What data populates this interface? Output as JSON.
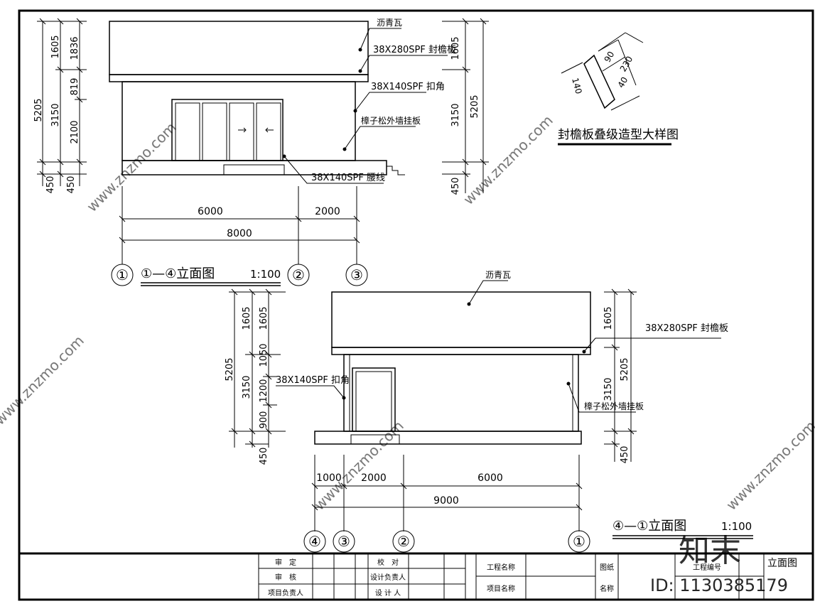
{
  "elevation_a": {
    "title": "①—④立面图",
    "scale": "1:100",
    "left_dims_outer": [
      "5205",
      "450"
    ],
    "left_dims_mid": [
      "1605",
      "3150",
      "450"
    ],
    "left_dims_inner": [
      "1836",
      "819",
      "2100"
    ],
    "right_dims_outer": [
      "1605",
      "5205",
      "3150",
      "450"
    ],
    "bottom_dims": [
      "6000",
      "2000",
      "8000"
    ],
    "axes": [
      "①",
      "②",
      "③"
    ],
    "labels": [
      "沥青瓦",
      "38X280SPF 封檐板",
      "38X140SPF 扣角",
      "樟子松外墙挂板",
      "38X140SPF 腰线"
    ]
  },
  "detail": {
    "title": "封檐板叠级造型大样图",
    "dims": [
      "90",
      "230",
      "40",
      "140"
    ]
  },
  "elevation_b": {
    "title": "④—①立面图",
    "scale": "1:100",
    "left_dims_outer": [
      "5205",
      "450"
    ],
    "left_dims_mid": [
      "1605",
      "3150"
    ],
    "left_dims_inner": [
      "1605",
      "1050",
      "1200",
      "900"
    ],
    "right_dims": [
      "1605",
      "5205",
      "3150",
      "450"
    ],
    "bottom_dims": [
      "1000",
      "2000",
      "6000",
      "9000"
    ],
    "axes": [
      "④",
      "③",
      "②",
      "①"
    ],
    "labels": [
      "沥青瓦",
      "38X280SPF 封檐板",
      "38X140SPF 扣角",
      "樟子松外墙挂板"
    ]
  },
  "title_block": {
    "c1": [
      "审　定",
      "审　核",
      "项目负责人"
    ],
    "c2": [
      "校　对",
      "设计负责人",
      "设 计 人"
    ],
    "c3": [
      "工程名称",
      "项目名称"
    ],
    "c4": [
      "图纸",
      "名称"
    ],
    "c5": [
      "工程编号"
    ],
    "c6": [
      "立面图"
    ]
  },
  "watermark": {
    "site": "www.znzmo.com",
    "logo": "知末",
    "id": "ID: 1130385179"
  }
}
